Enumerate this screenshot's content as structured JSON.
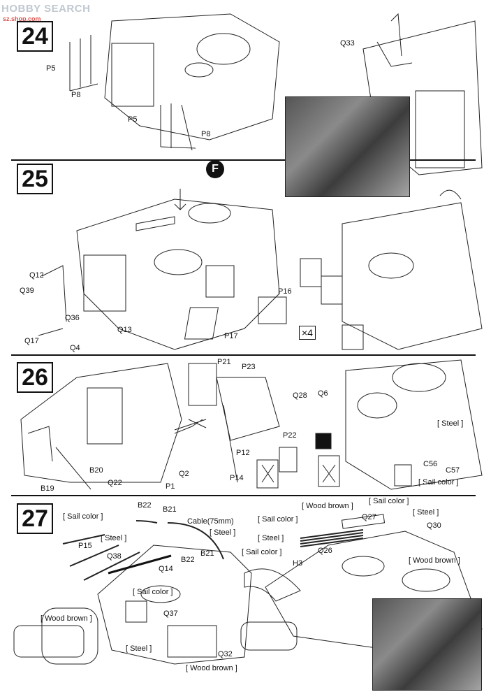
{
  "watermark": {
    "brand": "HOBBY SEARCH",
    "url": "sz.shop.com"
  },
  "steps": [
    "24",
    "25",
    "26",
    "27"
  ],
  "labels": {
    "s24": {
      "p5a": "P5",
      "p8a": "P8",
      "p5b": "P5",
      "p8b": "P8",
      "q33": "Q33"
    },
    "s25": {
      "f": "F",
      "q12": "Q12",
      "q39": "Q39",
      "q36": "Q36",
      "q17": "Q17",
      "q4": "Q4",
      "q13": "Q13",
      "p16": "P16",
      "p17": "P17",
      "x4": "×4"
    },
    "s26": {
      "p21": "P21",
      "p23": "P23",
      "q28": "Q28",
      "q6": "Q6",
      "p22": "P22",
      "p12": "P12",
      "p14": "P14",
      "q2": "Q2",
      "p1": "P1",
      "b20": "B20",
      "b19": "B19",
      "q22": "Q22",
      "steel": "[ Steel ]",
      "c56": "C56",
      "c57": "C57",
      "sail": "[ Sail color ]"
    },
    "s27": {
      "b22a": "B22",
      "b21a": "B21",
      "cable": "Cable(75mm)",
      "steel_a": "[ Steel ]",
      "sail_a": "[ Sail color ]",
      "p15": "P15",
      "steel_b": "[ Steel ]",
      "q38": "Q38",
      "b22b": "B22",
      "b21b": "B21",
      "q14": "Q14",
      "sail_b": "[ Sail color ]",
      "wood_a": "[ Wood brown ]",
      "q37": "Q37",
      "steel_c": "[ Steel ]",
      "q32": "Q32",
      "wood_b": "[ Wood brown ]",
      "sail_c": "[ Sail color ]",
      "h3": "H3",
      "wood_c": "[ Wood brown ]",
      "sail_d": "[ Sail color ]",
      "sail_e": "[ Sail color ]",
      "q27": "Q27",
      "steel_d": "[ Steel ]",
      "q26": "Q26",
      "steel_e": "[ Steel ]",
      "q30": "Q30",
      "wood_d": "[ Wood brown ]"
    }
  }
}
